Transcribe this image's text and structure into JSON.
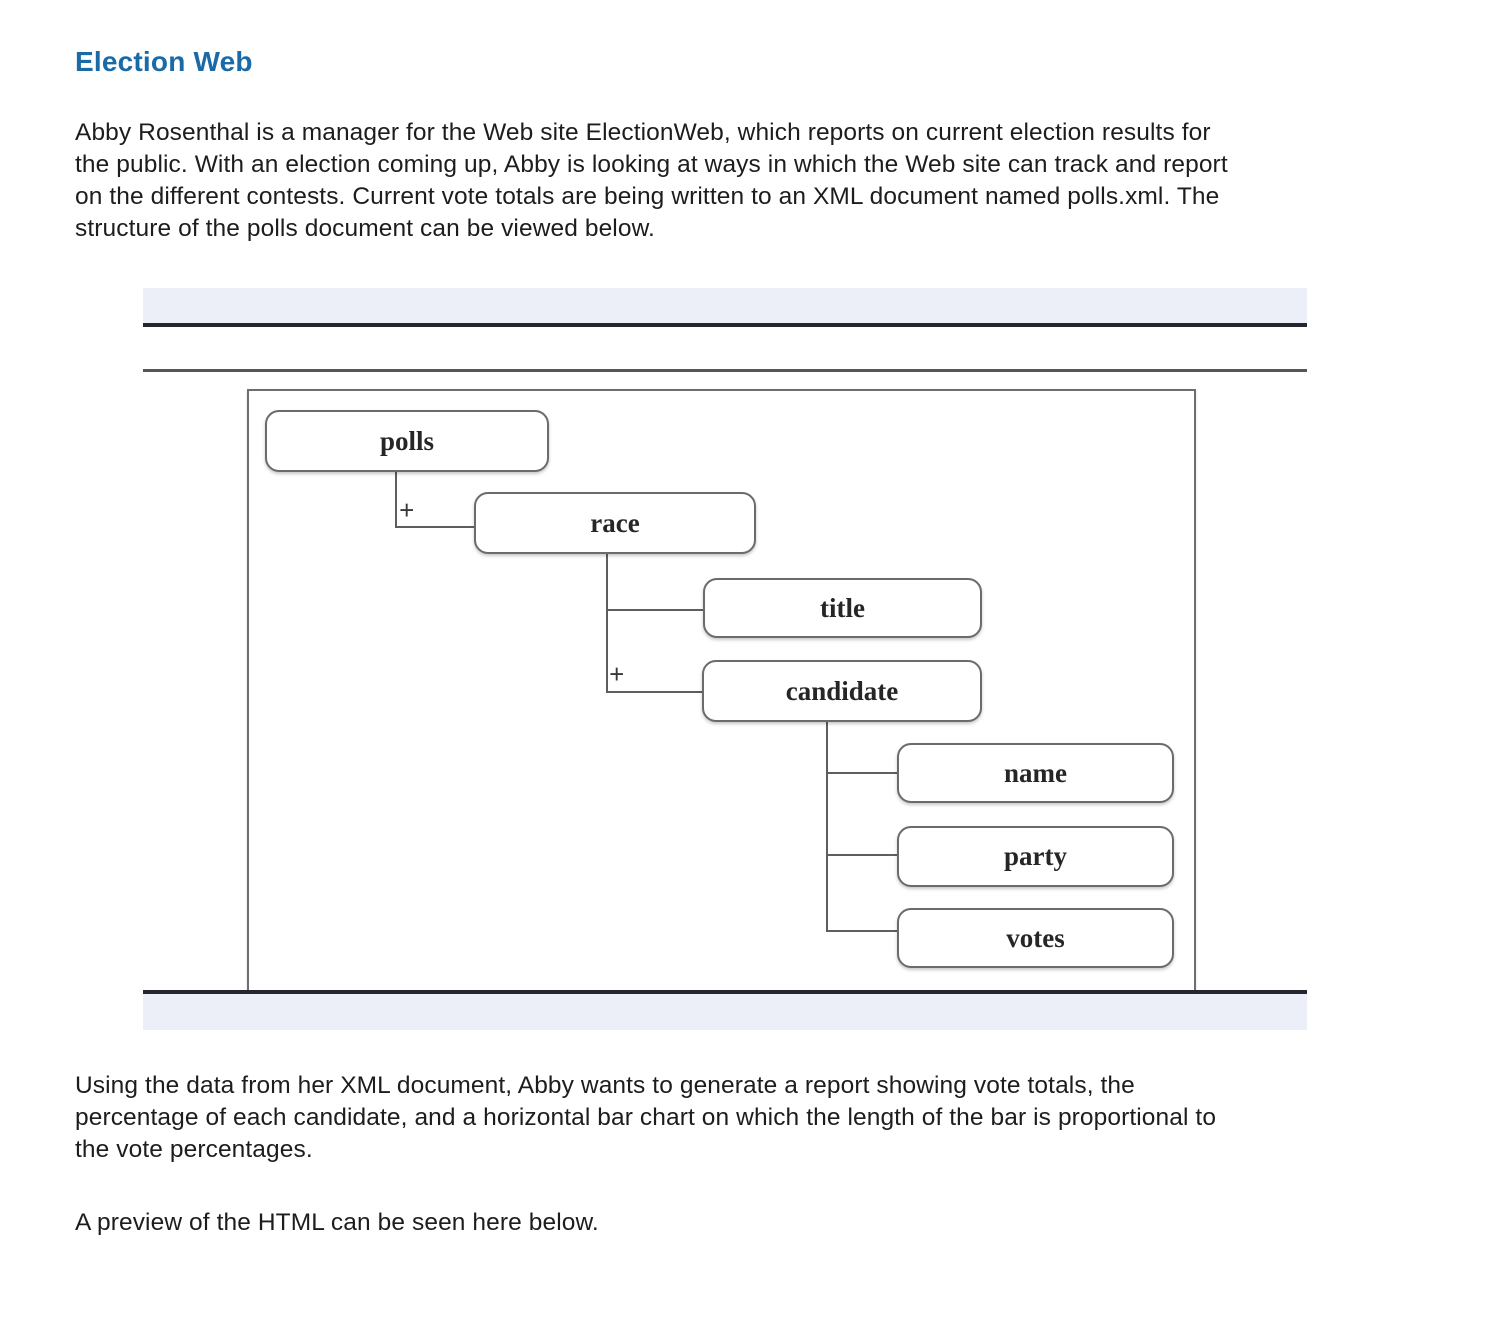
{
  "page": {
    "title": "Election Web",
    "intro": "Abby Rosenthal is a manager for the Web site ElectionWeb, which reports on current election results for\nthe public. With an election coming up, Abby is looking at ways in which the Web site can track and report\non the different contests. Current vote totals are being written to an XML document named polls.xml. The\nstructure of the polls document can be viewed below.",
    "report": "Using the data from her XML document, Abby wants to generate a report showing vote totals, the\npercentage of each candidate, and a horizontal bar chart on which the length of the bar is proportional to\nthe vote percentages.",
    "preview": "A preview of the HTML can be seen here below."
  },
  "figure": {
    "description": "Structure of the polls.xml document shown as a tree diagram inside an application screenshot",
    "tree": {
      "root": {
        "label": "polls",
        "children": [
          {
            "label": "race",
            "occurrence": "+",
            "children": [
              {
                "label": "title"
              },
              {
                "label": "candidate",
                "occurrence": "+",
                "children": [
                  {
                    "label": "name"
                  },
                  {
                    "label": "party"
                  },
                  {
                    "label": "votes"
                  }
                ]
              }
            ]
          }
        ]
      }
    }
  },
  "colors": {
    "heading_blue": "#1a6aa8",
    "band_lavender": "#eceff8",
    "rule_dark": "#26262e",
    "rule_gray": "#575757",
    "box_border": "#6b6b6b",
    "connector_gray": "#5e5e5e",
    "body_text": "#1d1d1d"
  }
}
